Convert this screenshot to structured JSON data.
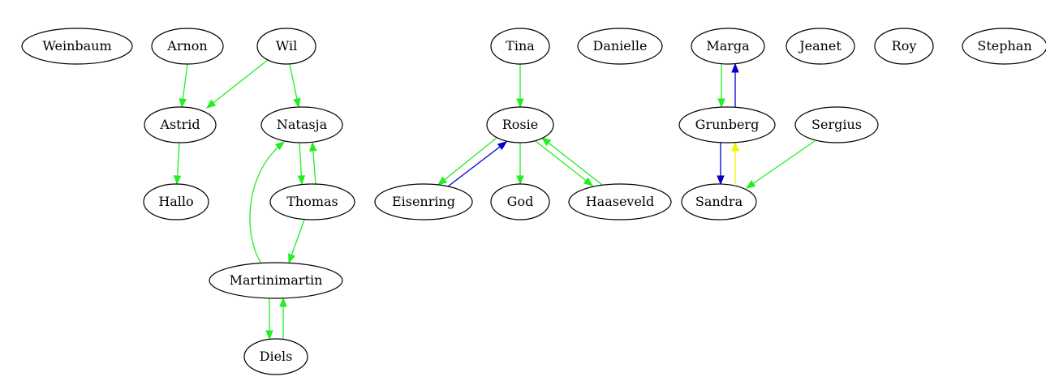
{
  "colors": {
    "green": "#22ee22",
    "blue": "#0000cc",
    "yellow": "#f2f200"
  },
  "nodes": [
    {
      "id": "weinbaum",
      "label": "Weinbaum"
    },
    {
      "id": "arnon",
      "label": "Arnon"
    },
    {
      "id": "wil",
      "label": "Wil"
    },
    {
      "id": "tina",
      "label": "Tina"
    },
    {
      "id": "danielle",
      "label": "Danielle"
    },
    {
      "id": "marga",
      "label": "Marga"
    },
    {
      "id": "jeanet",
      "label": "Jeanet"
    },
    {
      "id": "roy",
      "label": "Roy"
    },
    {
      "id": "stephan",
      "label": "Stephan"
    },
    {
      "id": "astrid",
      "label": "Astrid"
    },
    {
      "id": "natasja",
      "label": "Natasja"
    },
    {
      "id": "rosie",
      "label": "Rosie"
    },
    {
      "id": "grunberg",
      "label": "Grunberg"
    },
    {
      "id": "sergius",
      "label": "Sergius"
    },
    {
      "id": "hallo",
      "label": "Hallo"
    },
    {
      "id": "thomas",
      "label": "Thomas"
    },
    {
      "id": "eisenring",
      "label": "Eisenring"
    },
    {
      "id": "god",
      "label": "God"
    },
    {
      "id": "haaseveld",
      "label": "Haaseveld"
    },
    {
      "id": "sandra",
      "label": "Sandra"
    },
    {
      "id": "martinimartin",
      "label": "Martinimartin"
    },
    {
      "id": "diels",
      "label": "Diels"
    }
  ],
  "edges": [
    {
      "from": "arnon",
      "to": "astrid",
      "color": "green"
    },
    {
      "from": "wil",
      "to": "astrid",
      "color": "green"
    },
    {
      "from": "wil",
      "to": "natasja",
      "color": "green"
    },
    {
      "from": "astrid",
      "to": "hallo",
      "color": "green"
    },
    {
      "from": "natasja",
      "to": "thomas",
      "color": "green"
    },
    {
      "from": "thomas",
      "to": "natasja",
      "color": "green"
    },
    {
      "from": "thomas",
      "to": "martinimartin",
      "color": "green"
    },
    {
      "from": "martinimartin",
      "to": "natasja",
      "color": "green"
    },
    {
      "from": "martinimartin",
      "to": "diels",
      "color": "green"
    },
    {
      "from": "diels",
      "to": "martinimartin",
      "color": "green"
    },
    {
      "from": "tina",
      "to": "rosie",
      "color": "green"
    },
    {
      "from": "rosie",
      "to": "eisenring",
      "color": "green"
    },
    {
      "from": "eisenring",
      "to": "rosie",
      "color": "blue"
    },
    {
      "from": "rosie",
      "to": "god",
      "color": "green"
    },
    {
      "from": "rosie",
      "to": "haaseveld",
      "color": "green"
    },
    {
      "from": "haaseveld",
      "to": "rosie",
      "color": "green"
    },
    {
      "from": "marga",
      "to": "grunberg",
      "color": "green"
    },
    {
      "from": "grunberg",
      "to": "marga",
      "color": "blue"
    },
    {
      "from": "grunberg",
      "to": "sandra",
      "color": "blue"
    },
    {
      "from": "sandra",
      "to": "grunberg",
      "color": "yellow"
    },
    {
      "from": "sergius",
      "to": "sandra",
      "color": "green"
    }
  ]
}
